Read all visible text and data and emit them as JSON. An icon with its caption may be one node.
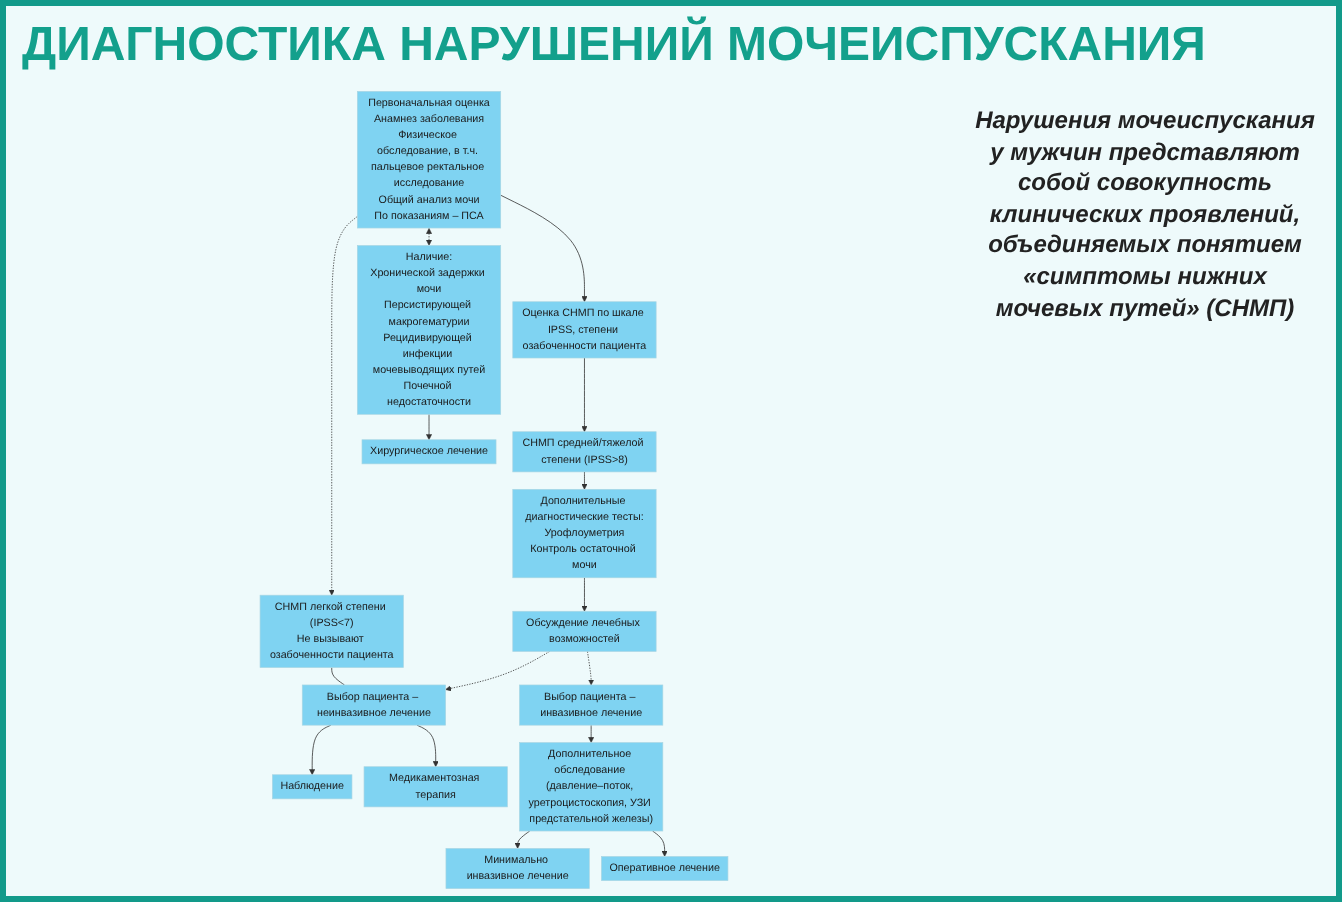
{
  "diagram": {
    "title": "ДИАГНОСТИКА НАРУШЕНИЙ МОЧЕИСПУСКАНИЯ",
    "nodes": [
      {
        "text": [
          "Первоначальная оценка",
          "Анамнез заболевания",
          "Физическое обследование, в т.ч. пальцевое ректальное исследование",
          "Общий анализ мочи",
          "По показаниям – ПСА"
        ]
      },
      {
        "text": [
          "СНМП легкой степени (IPSS<7)",
          "Не вызывают озабоченности пациента"
        ]
      },
      {
        "text": [
          "Оценка СНМП по шкале IPSS, степени озабоченности пациента"
        ]
      },
      {
        "text": [
          "Наличие:",
          "Хронической задержки мочи",
          "Персистирующей макрогематурии",
          "Рецидивирующей инфекции мочевыводящих путей",
          "Почечной недостаточности"
        ]
      },
      {
        "text": [
          "СНМП средней/тяжелой степени (IPSS>8)"
        ]
      },
      {
        "text": [
          "Дополнительные диагностические тесты:",
          "Урофлоуметрия",
          "Контроль остаточной мочи"
        ]
      },
      {
        "text": [
          "Хирургическое лечение"
        ]
      },
      {
        "text": [
          "Обсуждение лечебных возможностей"
        ]
      },
      {
        "text": [
          "Выбор пациента – инвазивное лечение"
        ]
      },
      {
        "text": [
          "Выбор пациента – неинвазивное лечение"
        ]
      },
      {
        "text": [
          "Наблюдение"
        ]
      },
      {
        "text": [
          "Медикаментозная терапия"
        ]
      },
      {
        "text": [
          "Дополнительное обследование (давление–поток, уретроцистоскопия, УЗИ предстательной железы)"
        ]
      },
      {
        "text": [
          "Минимально инвазивное лечение"
        ]
      },
      {
        "text": [
          "Оперативное лечение"
        ]
      }
    ],
    "edges": [
      {
        "from": 0,
        "to": 1,
        "arrow": "to",
        "style": "dashed"
      },
      {
        "from": 0,
        "to": 2,
        "arrow": "to"
      },
      {
        "from": 0,
        "to": 3,
        "arrow": "both",
        "style": "dashed"
      },
      {
        "from": 2,
        "to": 4,
        "arrow": "to"
      },
      {
        "from": 4,
        "to": 5,
        "arrow": "to"
      },
      {
        "from": 5,
        "to": 7,
        "arrow": "to"
      },
      {
        "from": 3,
        "to": 6,
        "arrow": "to"
      },
      {
        "from": 1,
        "to": 9,
        "arrow": "none"
      },
      {
        "from": 7,
        "to": 9,
        "arrow": "to",
        "style": "dashed"
      },
      {
        "from": 7,
        "to": 8,
        "arrow": "to",
        "style": "dashed"
      },
      {
        "from": 9,
        "to": 10,
        "arrow": "to"
      },
      {
        "from": 9,
        "to": 11,
        "arrow": "to"
      },
      {
        "from": 8,
        "to": 12,
        "arrow": "to"
      },
      {
        "from": 12,
        "to": 13,
        "arrow": "to"
      },
      {
        "from": 12,
        "to": 14,
        "arrow": "to"
      }
    ],
    "labels": [
      "Нарушения мочеиспускания у мужчин представляют собой совокупность клинических проявлений, объединяемых понятием «симптомы нижних мочевых путей» (СНМП)"
    ]
  }
}
